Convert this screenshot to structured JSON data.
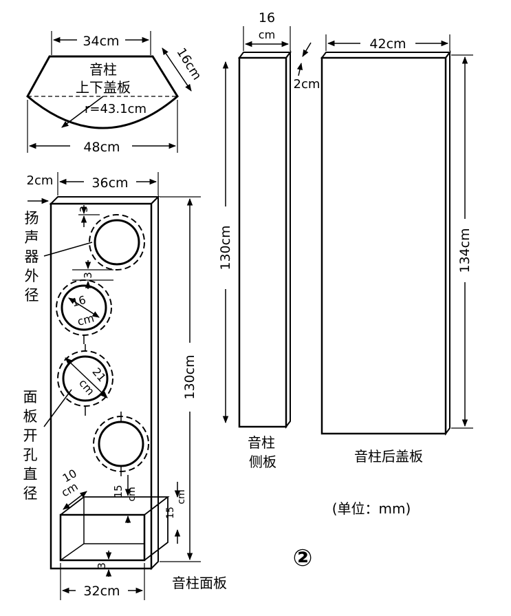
{
  "figure_number": "②",
  "unit_note": "(单位：mm)",
  "top_cap": {
    "title_line1": "音柱",
    "title_line2": "上下盖板",
    "top_width": "34cm",
    "bottom_width": "48cm",
    "radius": "r=43.1cm",
    "depth": "16cm"
  },
  "side_panel": {
    "width_top": "16",
    "width_bottom": "cm",
    "thickness": "2cm",
    "height": "130cm",
    "title_line1": "音柱",
    "title_line2": "侧板"
  },
  "back_panel": {
    "width": "42cm",
    "height": "134cm",
    "title": "音柱后盖板"
  },
  "front_panel": {
    "thickness": "2cm",
    "width": "36cm",
    "height": "130cm",
    "top_gap": "3",
    "hole_gap": "3",
    "speaker_label": [
      "扬",
      "声",
      "器",
      "外",
      "径"
    ],
    "speaker_dia_top": "16",
    "speaker_dia_bottom": "cm",
    "hole_label": [
      "面",
      "板",
      "开",
      "孔",
      "直",
      "径"
    ],
    "hole_dia_top": "21",
    "hole_dia_bottom": "cm",
    "box_depth_top": "10",
    "box_depth_bottom": "cm",
    "box_height_top": "15",
    "box_height_bottom": "cm",
    "box_side_top": "15",
    "box_side_bottom": "cm",
    "bottom_gap": "3",
    "bottom_width": "32cm",
    "title": "音柱面板"
  }
}
